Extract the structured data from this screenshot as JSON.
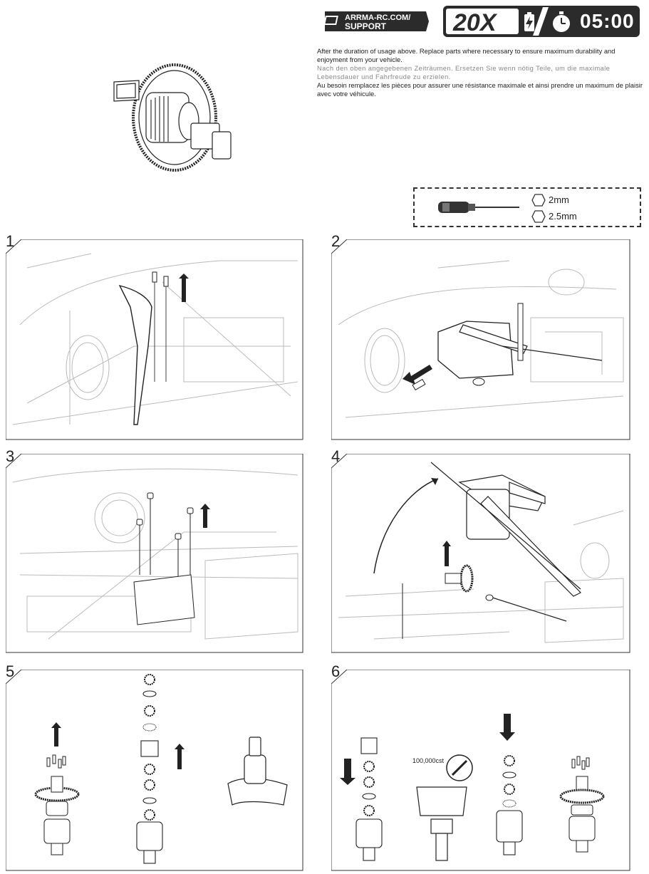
{
  "header": {
    "support_line1": "ARRMA-RC.COM/",
    "support_line2": "SUPPORT",
    "model": "20X",
    "time": "05:00"
  },
  "intro": {
    "en": "After the duration of usage above. Replace parts where necessary to ensure maximum durability and enjoyment from your vehicle.",
    "de": "Nach den oben angegebenen Zeiträumen. Ersetzen Sie wenn nötig Teile, um die maximale Lebensdauer und Fahrfreude zu erzielen.",
    "fr": "Au besoin remplacez les pièces pour assurer une résistance maximale et ainsi prendre un maximum de plaisir avec votre véhicule."
  },
  "tools": {
    "hex1": "2mm",
    "hex2": "2.5mm"
  },
  "steps": [
    {
      "num": "1"
    },
    {
      "num": "2"
    },
    {
      "num": "3"
    },
    {
      "num": "4"
    },
    {
      "num": "5"
    },
    {
      "num": "6",
      "oil_label": "100,000cst"
    }
  ]
}
